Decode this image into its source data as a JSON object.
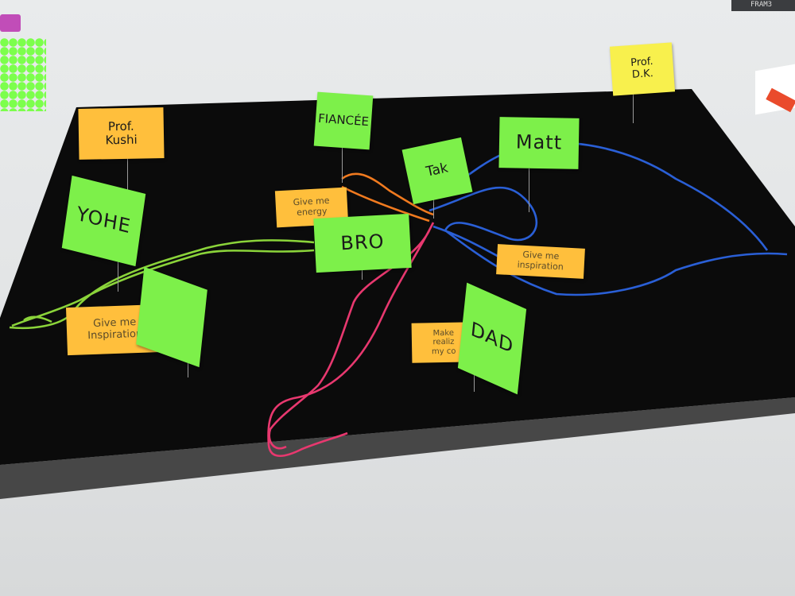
{
  "notes": {
    "prof_kushi": "Prof.\nKushi",
    "fiancee": "FIANCÉE",
    "tak": "Tak",
    "matt": "Matt",
    "prof_dk": "Prof.\nD.K.",
    "yohe": "YOHE",
    "give_energy": "Give me\nenergy",
    "bro": "BRO",
    "give_inspiration_right": "Give me\ninspiration",
    "give_inspiration_left": "Give me\nInspiration",
    "make_realize": "Make\nrealiz\nmy co",
    "dad": "DAD"
  },
  "background": {
    "brand_fragment": "FRAM3"
  },
  "colors": {
    "board": "#0b0b0b",
    "yarn_green": "#8bd43a",
    "yarn_blue": "#2a5fd6",
    "yarn_pink": "#e8386f",
    "yarn_orange": "#f07a1f"
  }
}
